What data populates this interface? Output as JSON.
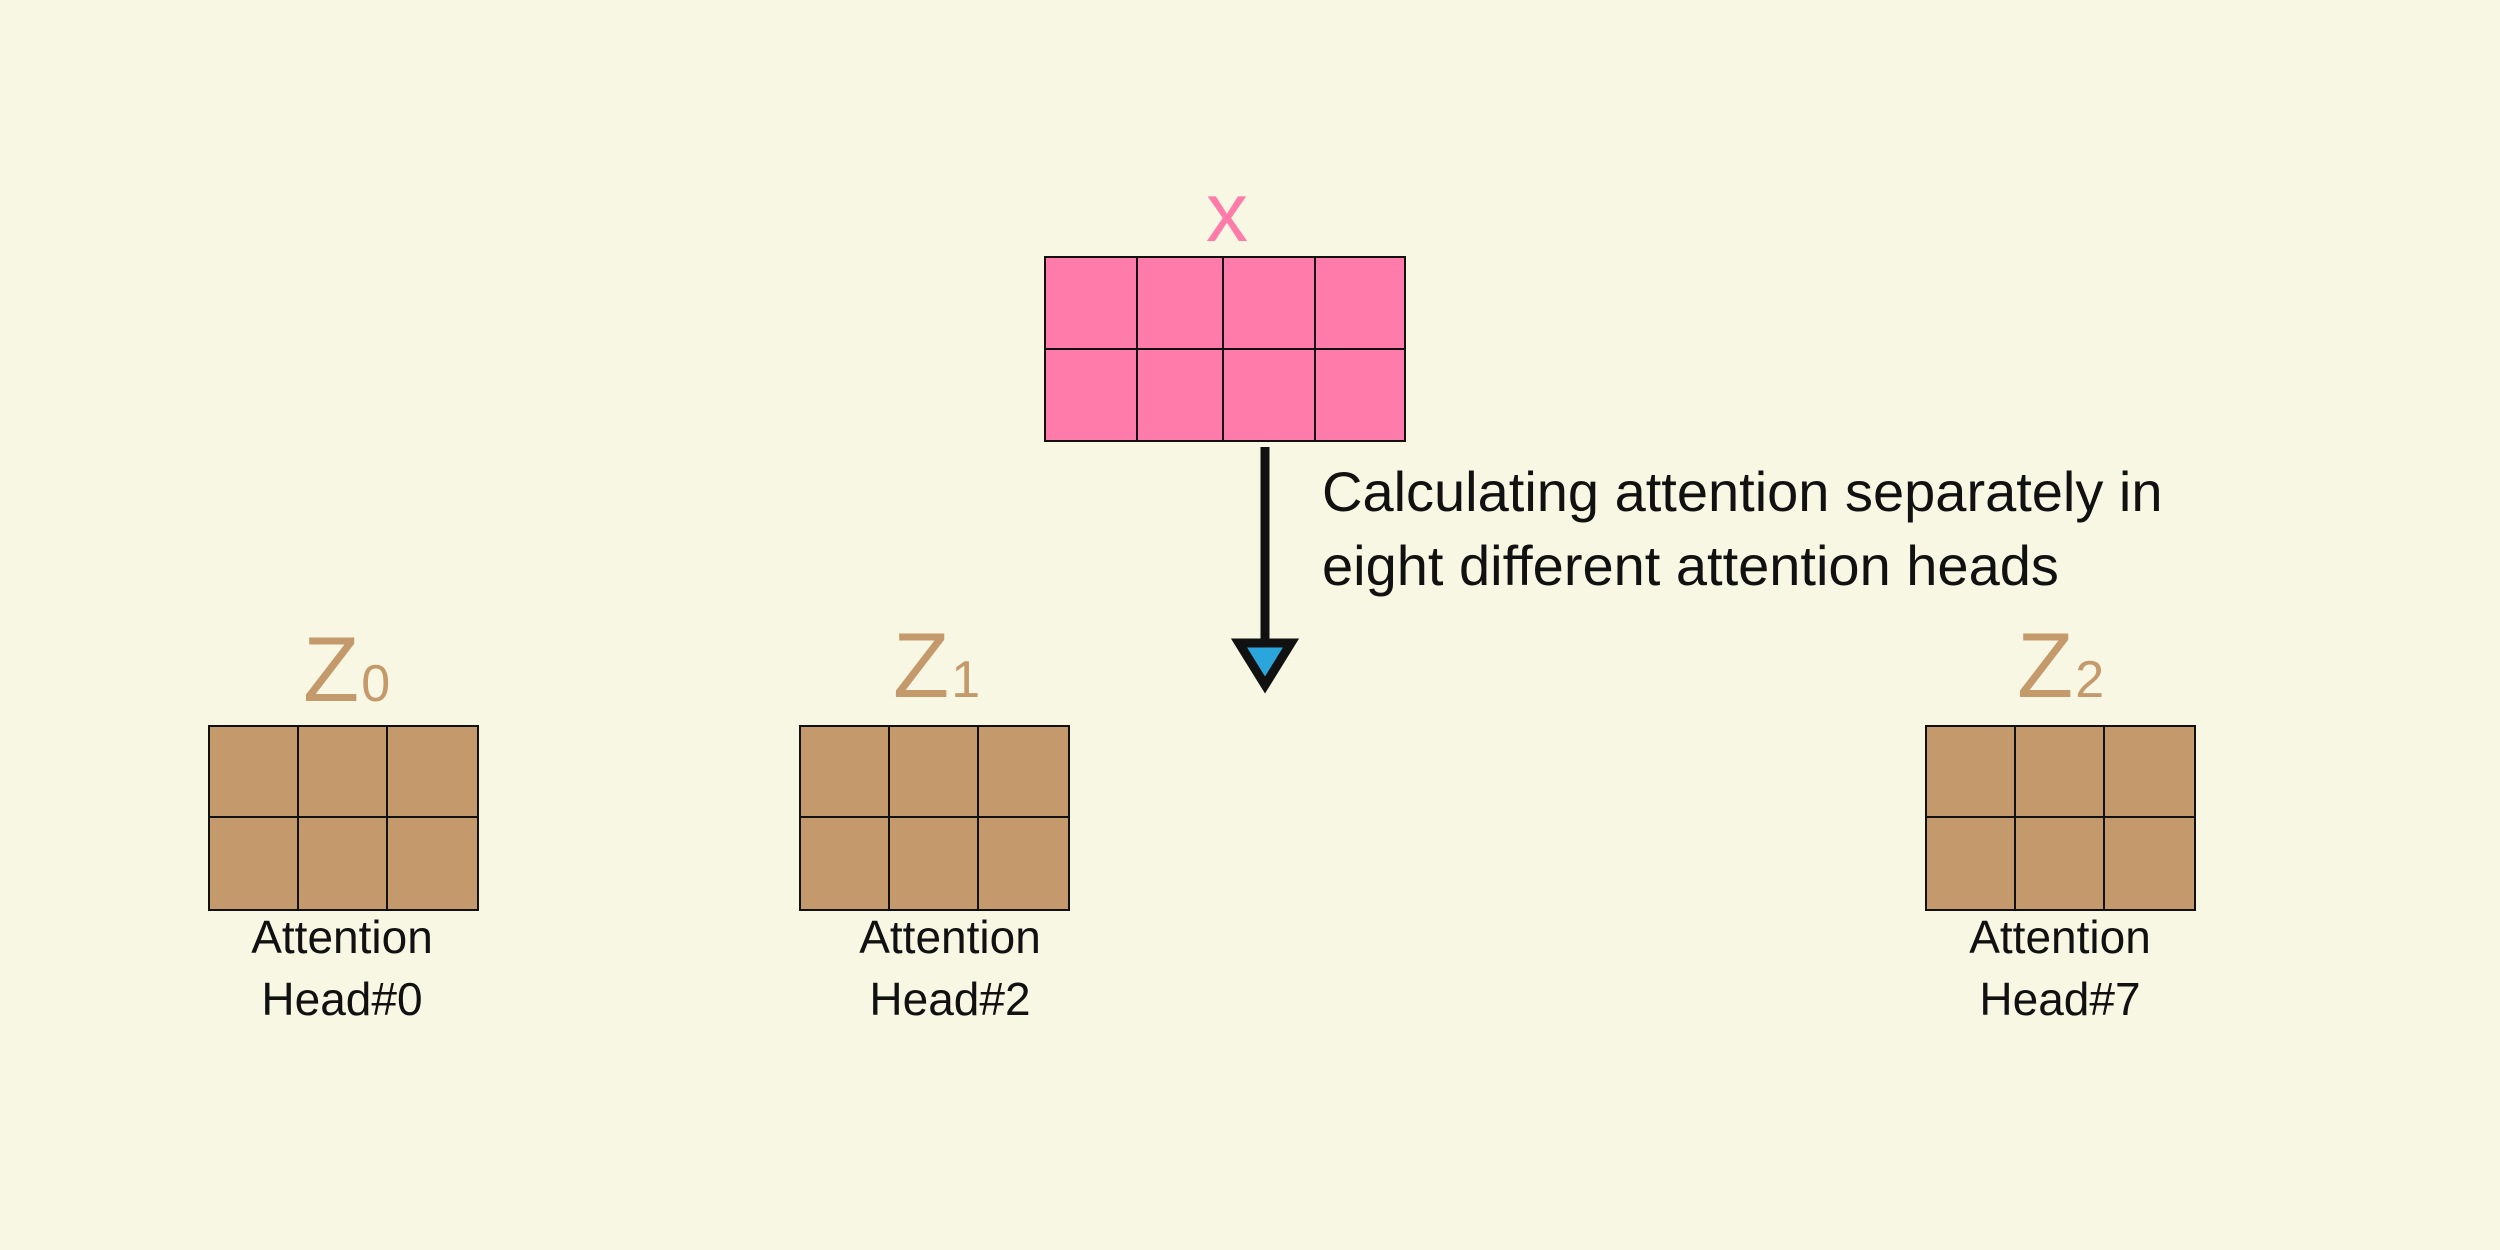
{
  "colors": {
    "background": "#f8f7e3",
    "input_fill": "#ff7baa",
    "input_label": "#ff7baa",
    "head_fill": "#c4996c",
    "head_label": "#c4996c",
    "arrow_head": "#2aa6dd",
    "border": "#111111"
  },
  "input": {
    "label": "x",
    "rows": 2,
    "cols": 4
  },
  "arrow_note": {
    "line1": "Calculating attention separately in",
    "line2": "eight different attention heads"
  },
  "heads": [
    {
      "label": "Z",
      "sub": "0",
      "caption_line1": "Attention",
      "caption_line2": "Head#0",
      "rows": 2,
      "cols": 3
    },
    {
      "label": "Z",
      "sub": "1",
      "caption_line1": "Attention",
      "caption_line2": "Head#2",
      "rows": 2,
      "cols": 3
    },
    {
      "label": "Z",
      "sub": "2",
      "caption_line1": "Attention",
      "caption_line2": "Head#7",
      "rows": 2,
      "cols": 3
    }
  ]
}
